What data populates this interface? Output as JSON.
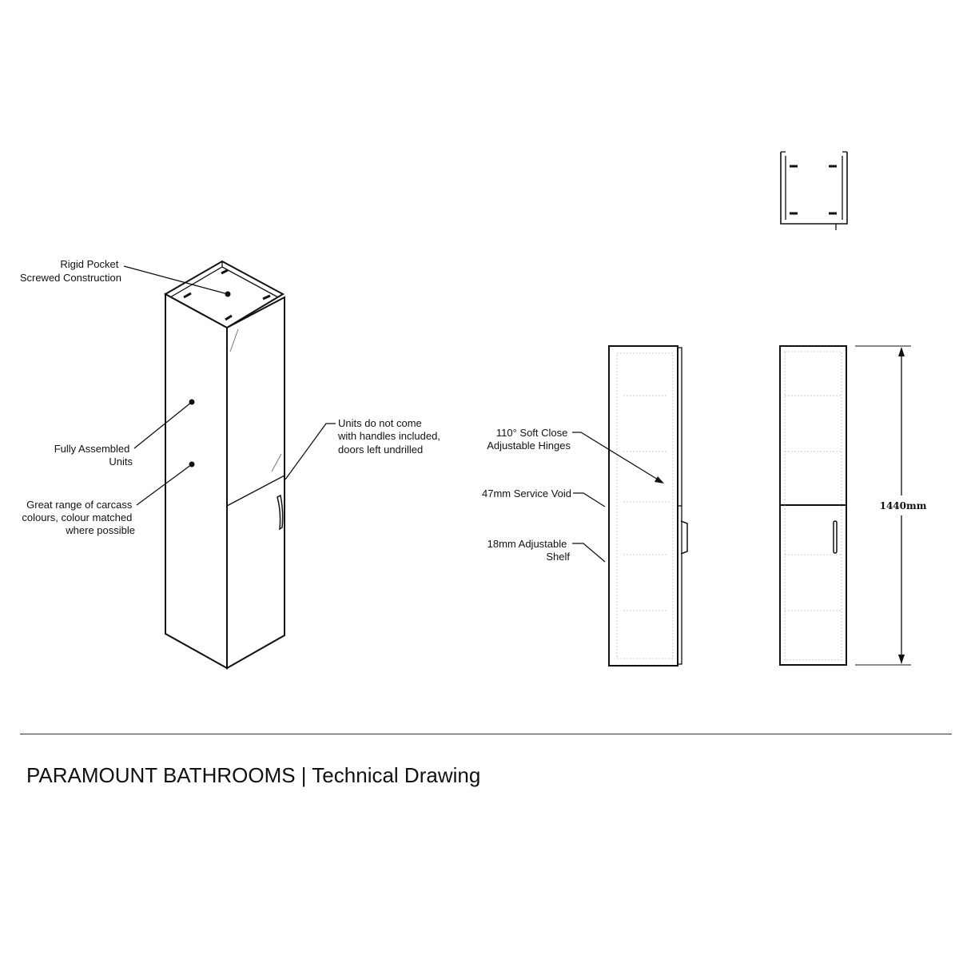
{
  "annotations": {
    "rigid_pocket": [
      "Rigid Pocket",
      "Screwed Construction"
    ],
    "fully_assembled": [
      "Fully Assembled",
      "Units"
    ],
    "carcass_colours": [
      "Great range of carcass",
      "colours, colour matched",
      "where possible"
    ],
    "handles": [
      "Units do not come",
      "with handles included,",
      "doors left undrilled"
    ],
    "hinges": [
      "110° Soft Close",
      "Adjustable Hinges"
    ],
    "service_void": [
      "47mm Service Void"
    ],
    "shelf": [
      "18mm Adjustable",
      "Shelf"
    ]
  },
  "dimension": {
    "height_label": "1440mm"
  },
  "footer": {
    "title": "PARAMOUNT BATHROOMS | Technical Drawing"
  }
}
